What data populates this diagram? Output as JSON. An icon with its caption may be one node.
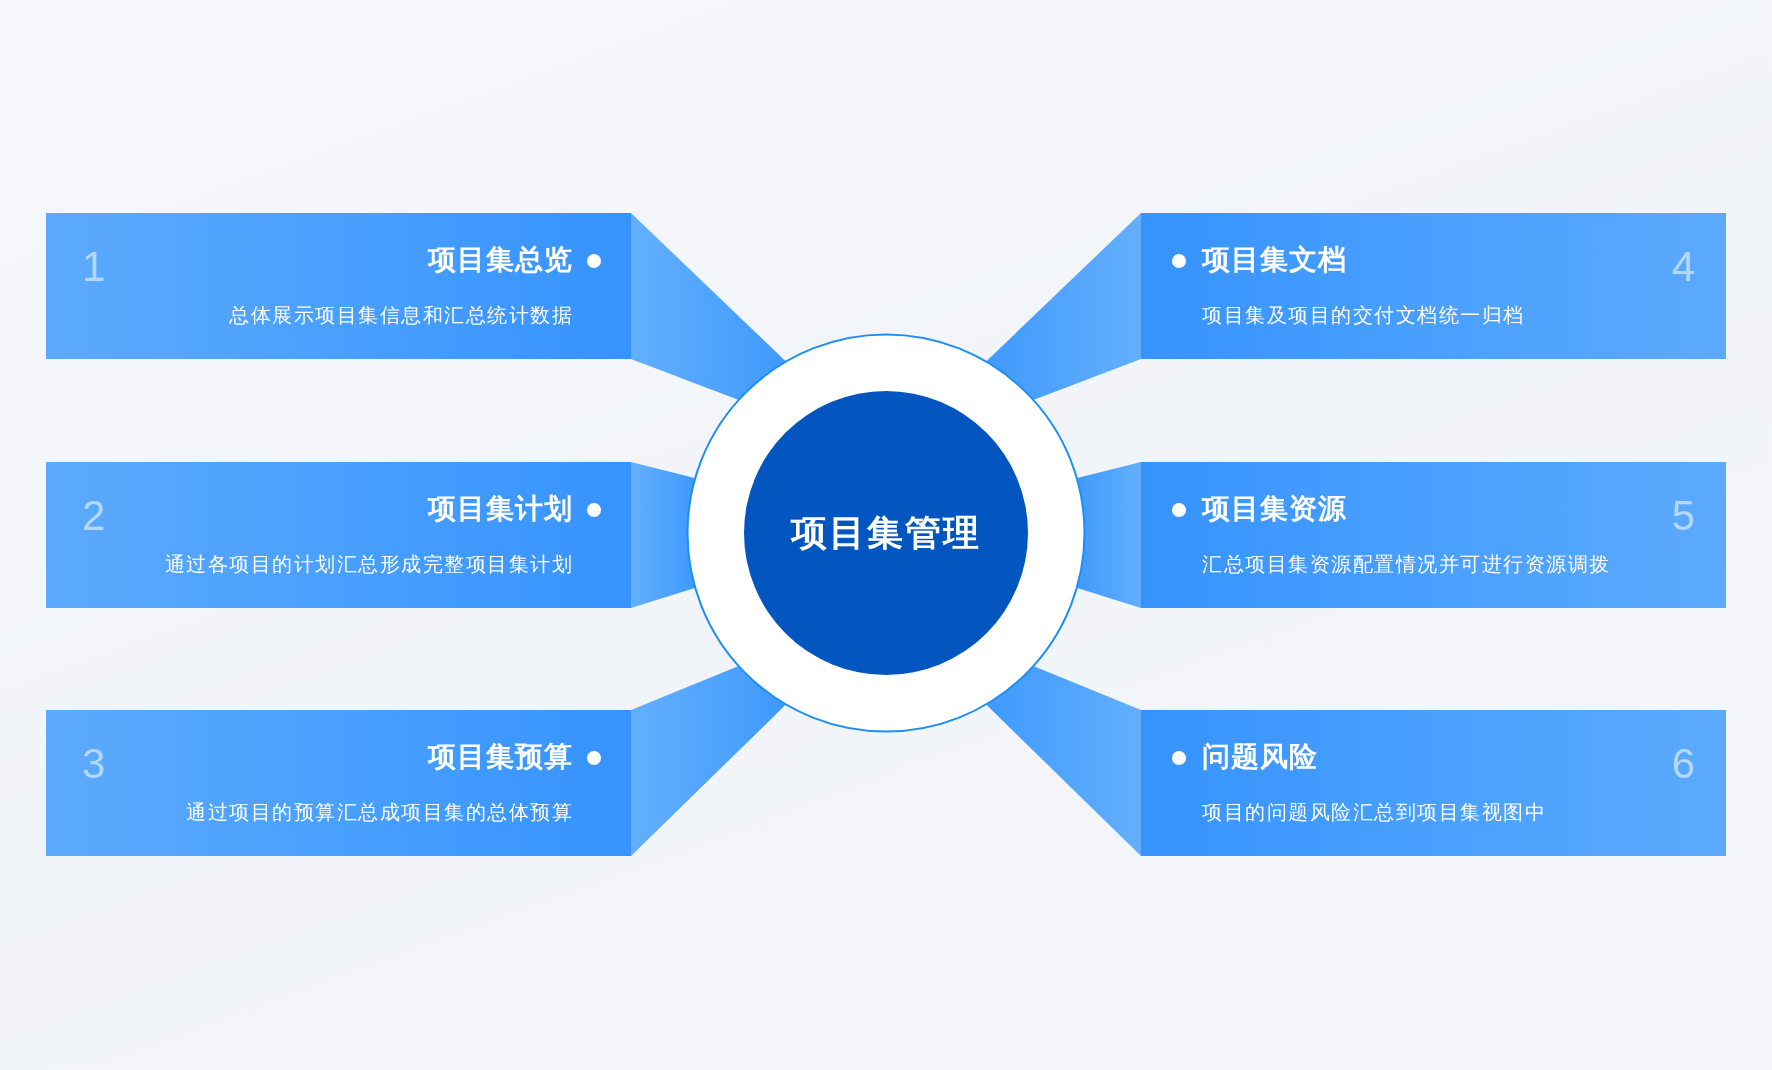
{
  "diagram": {
    "nodes": [
      {
        "text": [
          "1",
          "项目集总览",
          "总体展示项目集信息和汇总统计数据"
        ]
      },
      {
        "text": [
          "2",
          "项目集计划",
          "通过各项目的计划汇总形成完整项目集计划"
        ]
      },
      {
        "text": [
          "3",
          "项目集预算",
          "通过项目的预算汇总成项目集的总体预算"
        ]
      },
      {
        "text": [
          "项目集文档",
          "4",
          "项目集及项目的交付文档统一归档"
        ]
      },
      {
        "text": [
          "项目集资源",
          "5",
          "汇总项目集资源配置情况并可进行资源调拨"
        ]
      },
      {
        "text": [
          "问题风险",
          "6",
          "项目的问题风险汇总到项目集视图中"
        ]
      },
      {
        "text": [
          "项目集管理"
        ]
      }
    ],
    "edges": [
      {
        "from": 0,
        "to": 6,
        "arrow": "none"
      },
      {
        "from": 1,
        "to": 6,
        "arrow": "none"
      },
      {
        "from": 2,
        "to": 6,
        "arrow": "none"
      },
      {
        "from": 3,
        "to": 6,
        "arrow": "none"
      },
      {
        "from": 4,
        "to": 6,
        "arrow": "none"
      },
      {
        "from": 5,
        "to": 6,
        "arrow": "none"
      }
    ]
  }
}
